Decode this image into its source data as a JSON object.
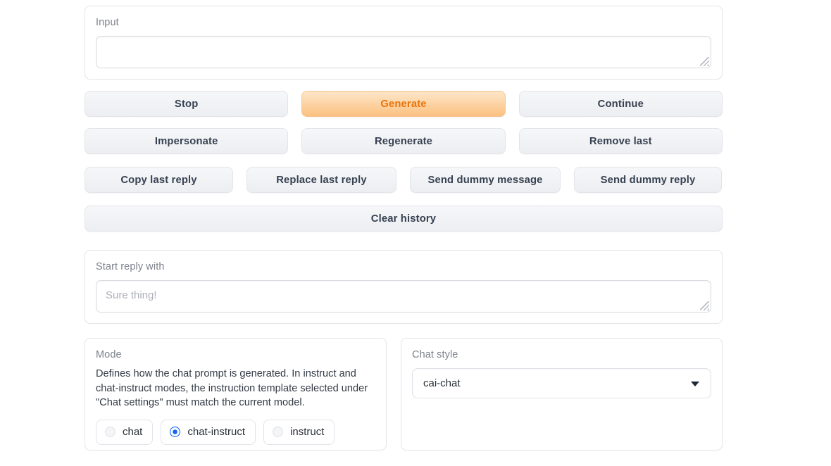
{
  "input_section": {
    "label": "Input",
    "textarea_value": "",
    "textarea_placeholder": ""
  },
  "buttons": {
    "row1": [
      {
        "label": "Stop",
        "variant": "secondary"
      },
      {
        "label": "Generate",
        "variant": "primary"
      },
      {
        "label": "Continue",
        "variant": "secondary"
      }
    ],
    "row2": [
      {
        "label": "Impersonate",
        "variant": "secondary"
      },
      {
        "label": "Regenerate",
        "variant": "secondary"
      },
      {
        "label": "Remove last",
        "variant": "secondary"
      }
    ],
    "row3": [
      {
        "label": "Copy last reply",
        "variant": "secondary"
      },
      {
        "label": "Replace last reply",
        "variant": "secondary"
      },
      {
        "label": "Send dummy message",
        "variant": "secondary"
      },
      {
        "label": "Send dummy reply",
        "variant": "secondary"
      }
    ],
    "row4": [
      {
        "label": "Clear history",
        "variant": "secondary"
      }
    ]
  },
  "start_reply": {
    "label": "Start reply with",
    "textarea_value": "",
    "textarea_placeholder": "Sure thing!"
  },
  "mode": {
    "label": "Mode",
    "description": "Defines how the chat prompt is generated. In instruct and chat-instruct modes, the instruction template selected under \"Chat settings\" must match the current model.",
    "options": [
      {
        "label": "chat",
        "selected": false
      },
      {
        "label": "chat-instruct",
        "selected": true
      },
      {
        "label": "instruct",
        "selected": false
      }
    ],
    "selected": "chat-instruct"
  },
  "chat_style": {
    "label": "Chat style",
    "selected": "cai-chat",
    "caret_icon": "chevron-down-icon"
  },
  "colors": {
    "primary_accent": "#e8740c",
    "primary_bg_top": "#fde6c8",
    "primary_bg_bottom": "#fbc181",
    "radio_selected": "#1466f0",
    "button_text": "#374151",
    "panel_border": "#e2e4e9",
    "page_bg": "#ffffff"
  }
}
